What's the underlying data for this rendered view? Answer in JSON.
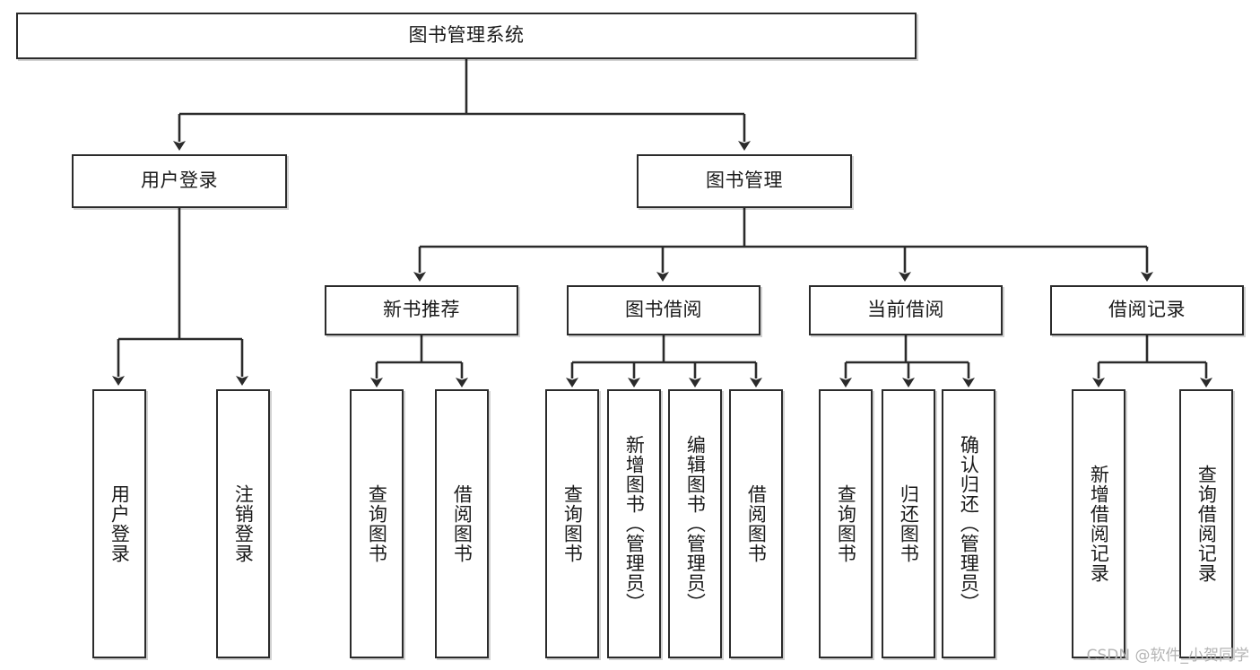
{
  "diagram": {
    "type": "hierarchy-tree",
    "title": "图书管理系统",
    "watermark": "CSDN @软件_小贺同学",
    "colors": {
      "box_border": "#2b2b2b",
      "box_fill": "#ffffff",
      "connector": "#2b2b2b",
      "text": "#1a1a1a",
      "watermark": "#b4b4b4"
    },
    "nodes": {
      "root": {
        "label": "图书管理系统"
      },
      "level2": [
        {
          "id": "user-login",
          "label": "用户登录"
        },
        {
          "id": "book-manage",
          "label": "图书管理"
        }
      ],
      "level3": [
        {
          "id": "new-book-rec",
          "label": "新书推荐"
        },
        {
          "id": "book-borrow",
          "label": "图书借阅"
        },
        {
          "id": "current-borrow",
          "label": "当前借阅"
        },
        {
          "id": "borrow-record",
          "label": "借阅记录"
        }
      ],
      "leaves": {
        "user_login": [
          {
            "id": "leaf-user-login",
            "label": "用户登录"
          },
          {
            "id": "leaf-logout-login",
            "label": "注销登录"
          }
        ],
        "new_book_rec": [
          {
            "id": "leaf-query-book-1",
            "label": "查询图书"
          },
          {
            "id": "leaf-borrow-book-1",
            "label": "借阅图书"
          }
        ],
        "book_borrow": [
          {
            "id": "leaf-query-book-2",
            "label": "查询图书"
          },
          {
            "id": "leaf-add-book",
            "label": "新增图书（管理员）"
          },
          {
            "id": "leaf-edit-book",
            "label": "编辑图书（管理员）"
          },
          {
            "id": "leaf-borrow-book-2",
            "label": "借阅图书"
          }
        ],
        "current_borrow": [
          {
            "id": "leaf-query-book-3",
            "label": "查询图书"
          },
          {
            "id": "leaf-return-book",
            "label": "归还图书"
          },
          {
            "id": "leaf-confirm-return",
            "label": "确认归还（管理员）"
          }
        ],
        "borrow_record": [
          {
            "id": "leaf-add-record",
            "label": "新增借阅记录"
          },
          {
            "id": "leaf-query-record",
            "label": "查询借阅记录"
          }
        ]
      }
    }
  }
}
